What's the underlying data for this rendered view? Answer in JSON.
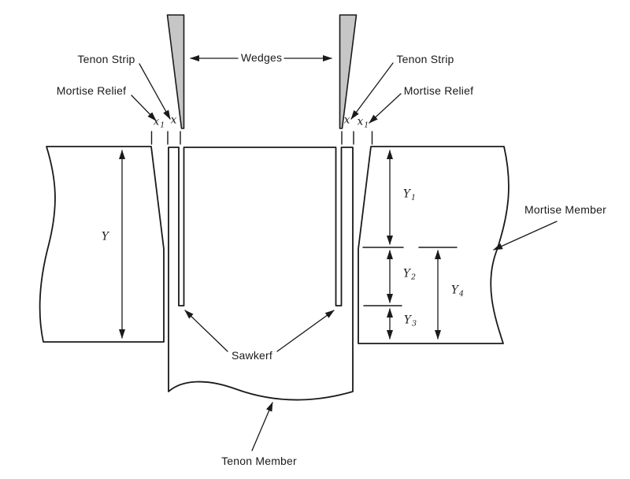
{
  "figure": {
    "background": "#ffffff",
    "line_color": "#1a1a1a",
    "wedge_fill": "#c6c6c6"
  },
  "labels": {
    "tenon_strip_left": "Tenon Strip",
    "mortise_relief_left": "Mortise Relief",
    "wedges": "Wedges",
    "tenon_strip_right": "Tenon Strip",
    "mortise_relief_right": "Mortise Relief",
    "mortise_member": "Mortise Member",
    "sawkerf": "Sawkerf",
    "tenon_member": "Tenon Member"
  },
  "dimensions": {
    "x1_left": {
      "base": "x",
      "sub": "1"
    },
    "x_left": {
      "base": "x",
      "sub": ""
    },
    "x_right": {
      "base": "x",
      "sub": ""
    },
    "x1_right": {
      "base": "x",
      "sub": "1"
    },
    "y": {
      "base": "Y",
      "sub": ""
    },
    "y1": {
      "base": "Y",
      "sub": "1"
    },
    "y2": {
      "base": "Y",
      "sub": "2"
    },
    "y3": {
      "base": "Y",
      "sub": "3"
    },
    "y4": {
      "base": "Y",
      "sub": "4"
    }
  }
}
